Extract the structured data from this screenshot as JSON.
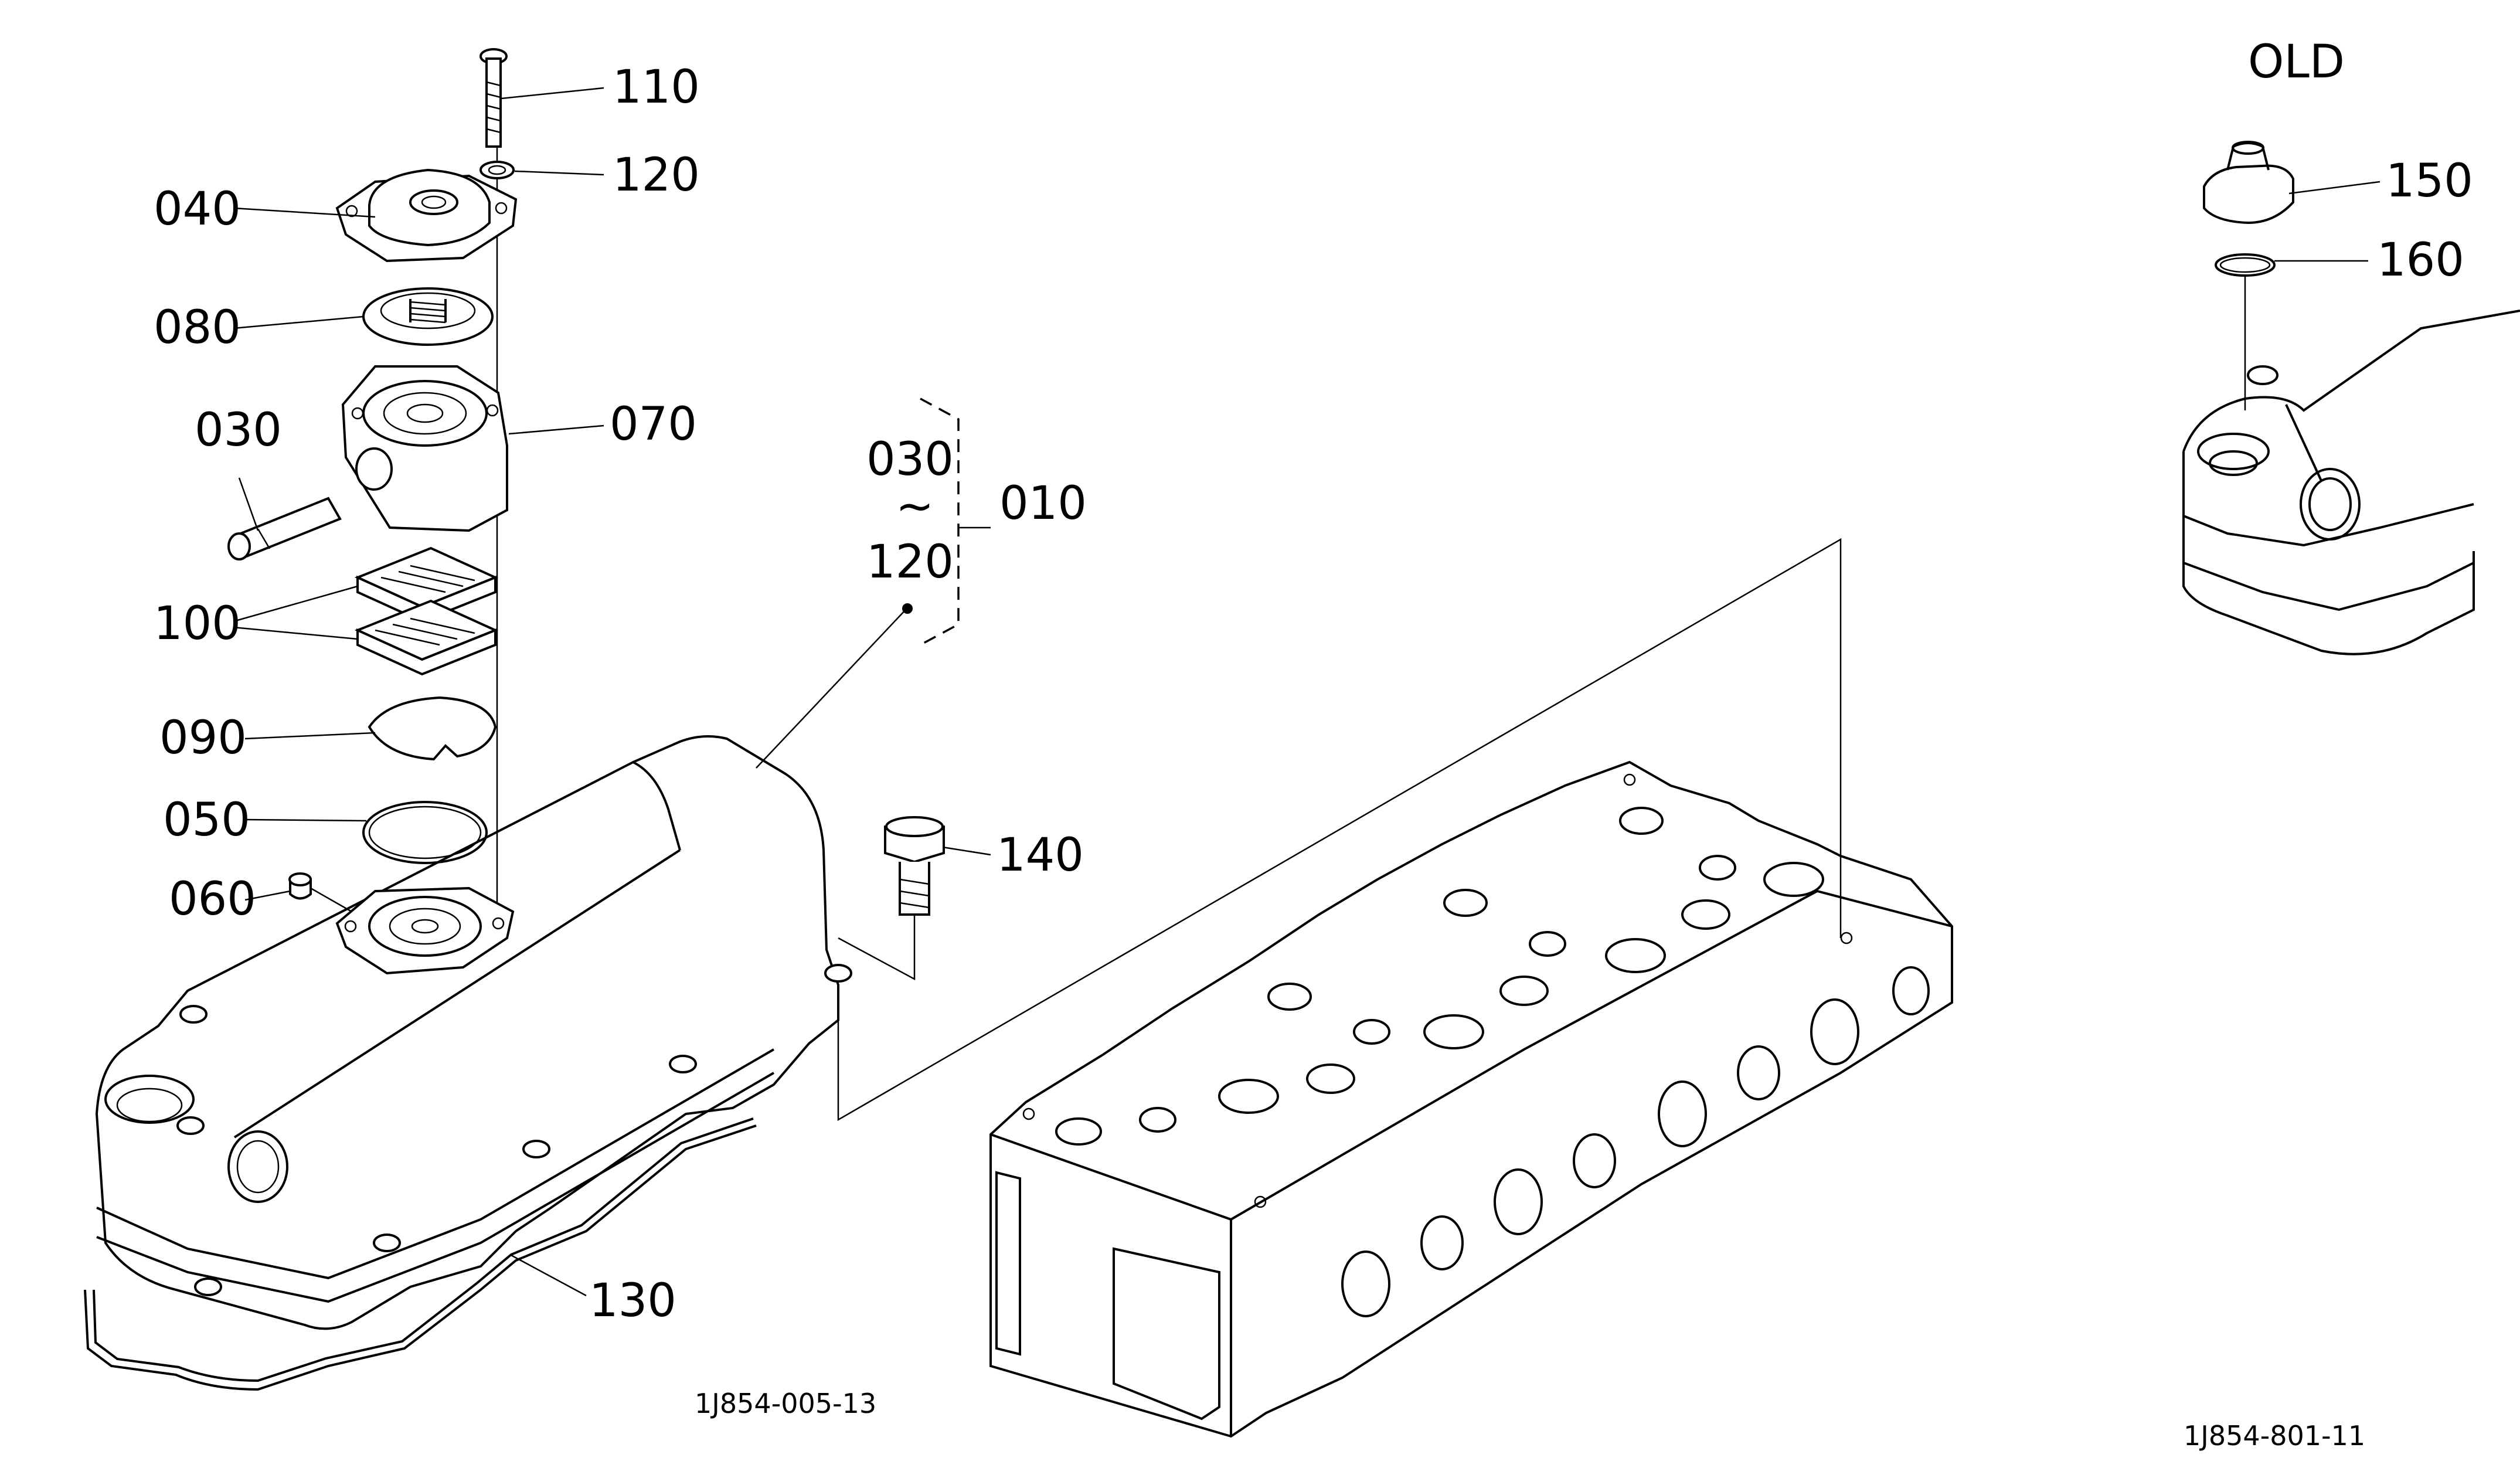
{
  "diagram": {
    "old_label": "OLD",
    "callouts": {
      "p110": "110",
      "p120": "120",
      "p040": "040",
      "p080": "080",
      "p030": "030",
      "p070": "070",
      "p100": "100",
      "p090": "090",
      "p050": "050",
      "p060": "060",
      "p130": "130",
      "p140": "140",
      "p150": "150",
      "p160": "160"
    },
    "assembly": {
      "range_start": "030",
      "range_sep": "~",
      "range_end": "120",
      "assembly_no": "010"
    },
    "drawing_codes": {
      "main": "1J854-005-13",
      "old": "1J854-801-11"
    }
  }
}
